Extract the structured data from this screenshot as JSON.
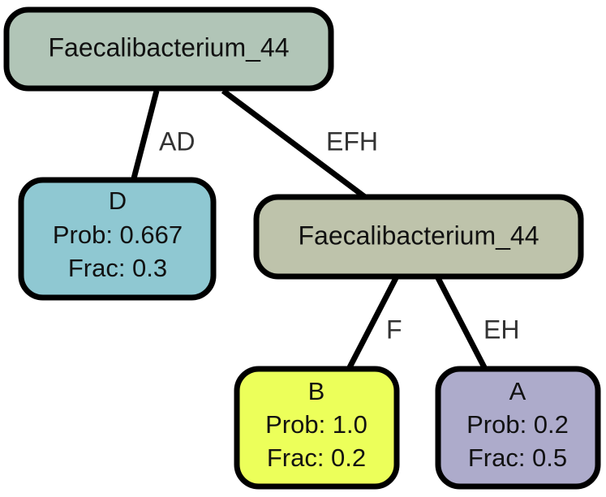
{
  "tree": {
    "nodes": {
      "root": {
        "lines": [
          "Faecalibacterium_44"
        ],
        "color": "#b1c5b7"
      },
      "d": {
        "lines": [
          "D",
          "Prob: 0.667",
          "Frac: 0.3"
        ],
        "color": "#8fc8d2"
      },
      "inner": {
        "lines": [
          "Faecalibacterium_44"
        ],
        "color": "#bec3ab"
      },
      "b": {
        "lines": [
          "B",
          "Prob: 1.0",
          "Frac: 0.2"
        ],
        "color": "#ecff5a"
      },
      "a": {
        "lines": [
          "A",
          "Prob: 0.2",
          "Frac: 0.5"
        ],
        "color": "#adabcb"
      }
    },
    "edges": {
      "root_d": {
        "label": "AD"
      },
      "root_inner": {
        "label": "EFH"
      },
      "inner_b": {
        "label": "F"
      },
      "inner_a": {
        "label": "EH"
      }
    }
  }
}
